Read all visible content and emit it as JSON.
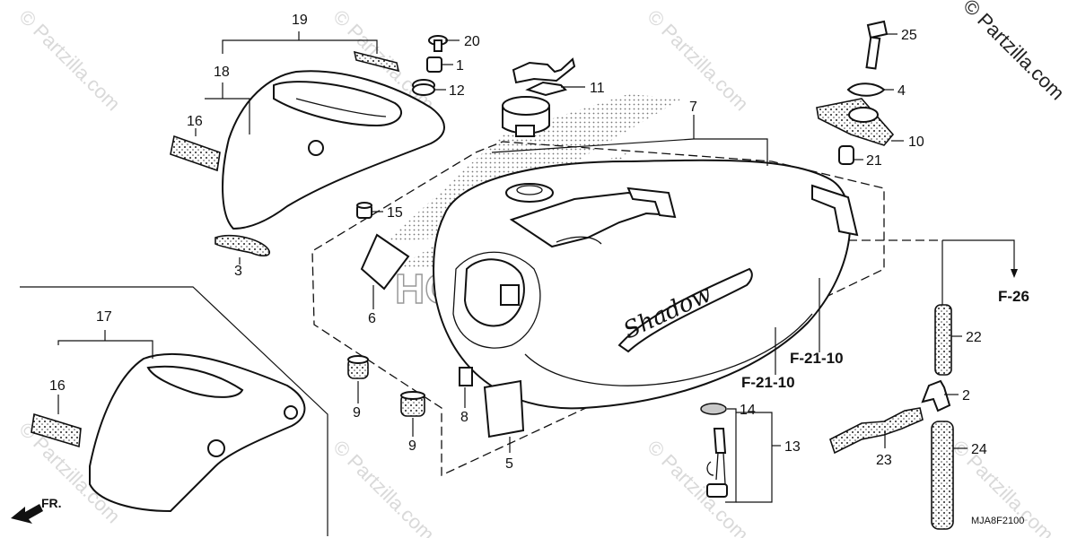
{
  "watermark": {
    "text": "© Partzilla.com",
    "corner_text": "© Partzilla.com"
  },
  "callouts": {
    "c1": "1",
    "c2": "2",
    "c3": "3",
    "c4": "4",
    "c5": "5",
    "c6": "6",
    "c7": "7",
    "c8": "8",
    "c9a": "9",
    "c9b": "9",
    "c10": "10",
    "c11": "11",
    "c12": "12",
    "c13": "13",
    "c14": "14",
    "c15": "15",
    "c16a": "16",
    "c16b": "16",
    "c17": "17",
    "c18": "18",
    "c19": "19",
    "c20": "20",
    "c21": "21",
    "c22": "22",
    "c23": "23",
    "c24": "24",
    "c25": "25"
  },
  "references": {
    "f26": "F-26",
    "f21_10_a": "F-21-10",
    "f21_10_b": "F-21-10"
  },
  "direction_label": "FR.",
  "diagram_code": "MJA8F2100",
  "tank_logo_text": "HONDA",
  "tank_badge_text": "Shadow"
}
